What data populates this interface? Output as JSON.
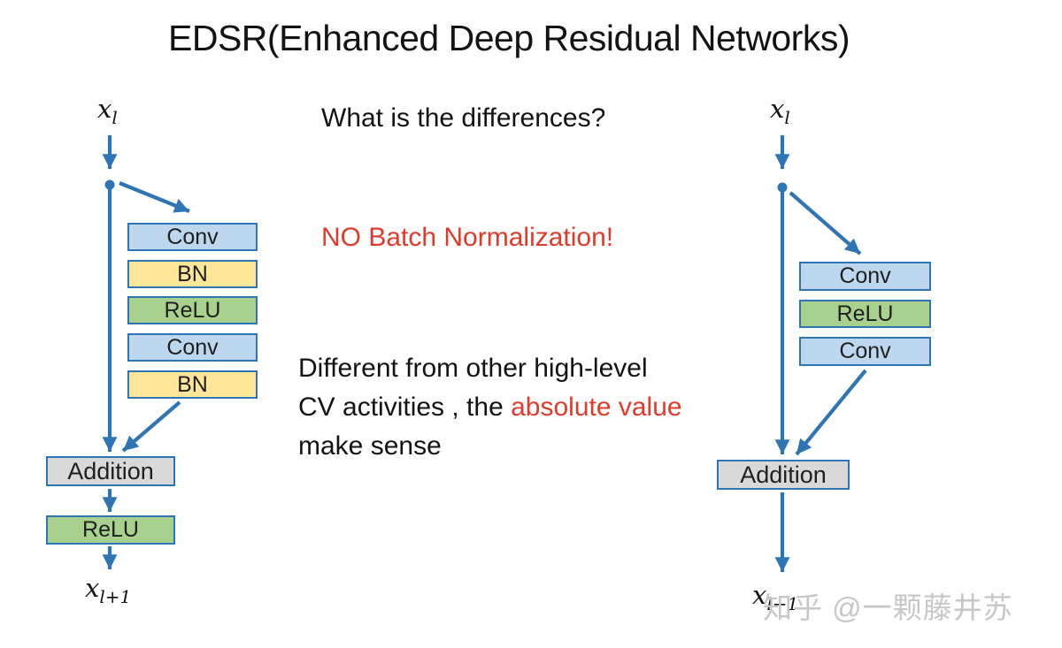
{
  "title": "EDSR(Enhanced Deep Residual Networks)",
  "colors": {
    "arrow": "#2e75b6",
    "box_border": "#2e75b6",
    "conv_fill": "#bdd7ee",
    "bn_fill": "#ffe699",
    "relu_fill": "#a9d18e",
    "addition_fill": "#d9d9d9",
    "red_text": "#e03a2b",
    "watermark": "#c7c7c7"
  },
  "annotations": {
    "question": "What is the differences?",
    "no_bn": "NO Batch Normalization!",
    "para_line1": "Different from other high-level",
    "para_line2_black": "CV activities , the ",
    "para_line2_red": "absolute value",
    "para_line3": "make sense"
  },
  "left_diagram": {
    "input": {
      "base": "x",
      "sub": "l"
    },
    "blocks": [
      "Conv",
      "BN",
      "ReLU",
      "Conv",
      "BN"
    ],
    "addition": "Addition",
    "final_relu": "ReLU",
    "output": {
      "base": "x",
      "sub": "l+1"
    }
  },
  "right_diagram": {
    "input": {
      "base": "x",
      "sub": "l"
    },
    "blocks": [
      "Conv",
      "ReLU",
      "Conv"
    ],
    "addition": "Addition",
    "output": {
      "base": "x",
      "sub": "l+1"
    }
  },
  "watermark": "知乎 @一颗藤井苏"
}
